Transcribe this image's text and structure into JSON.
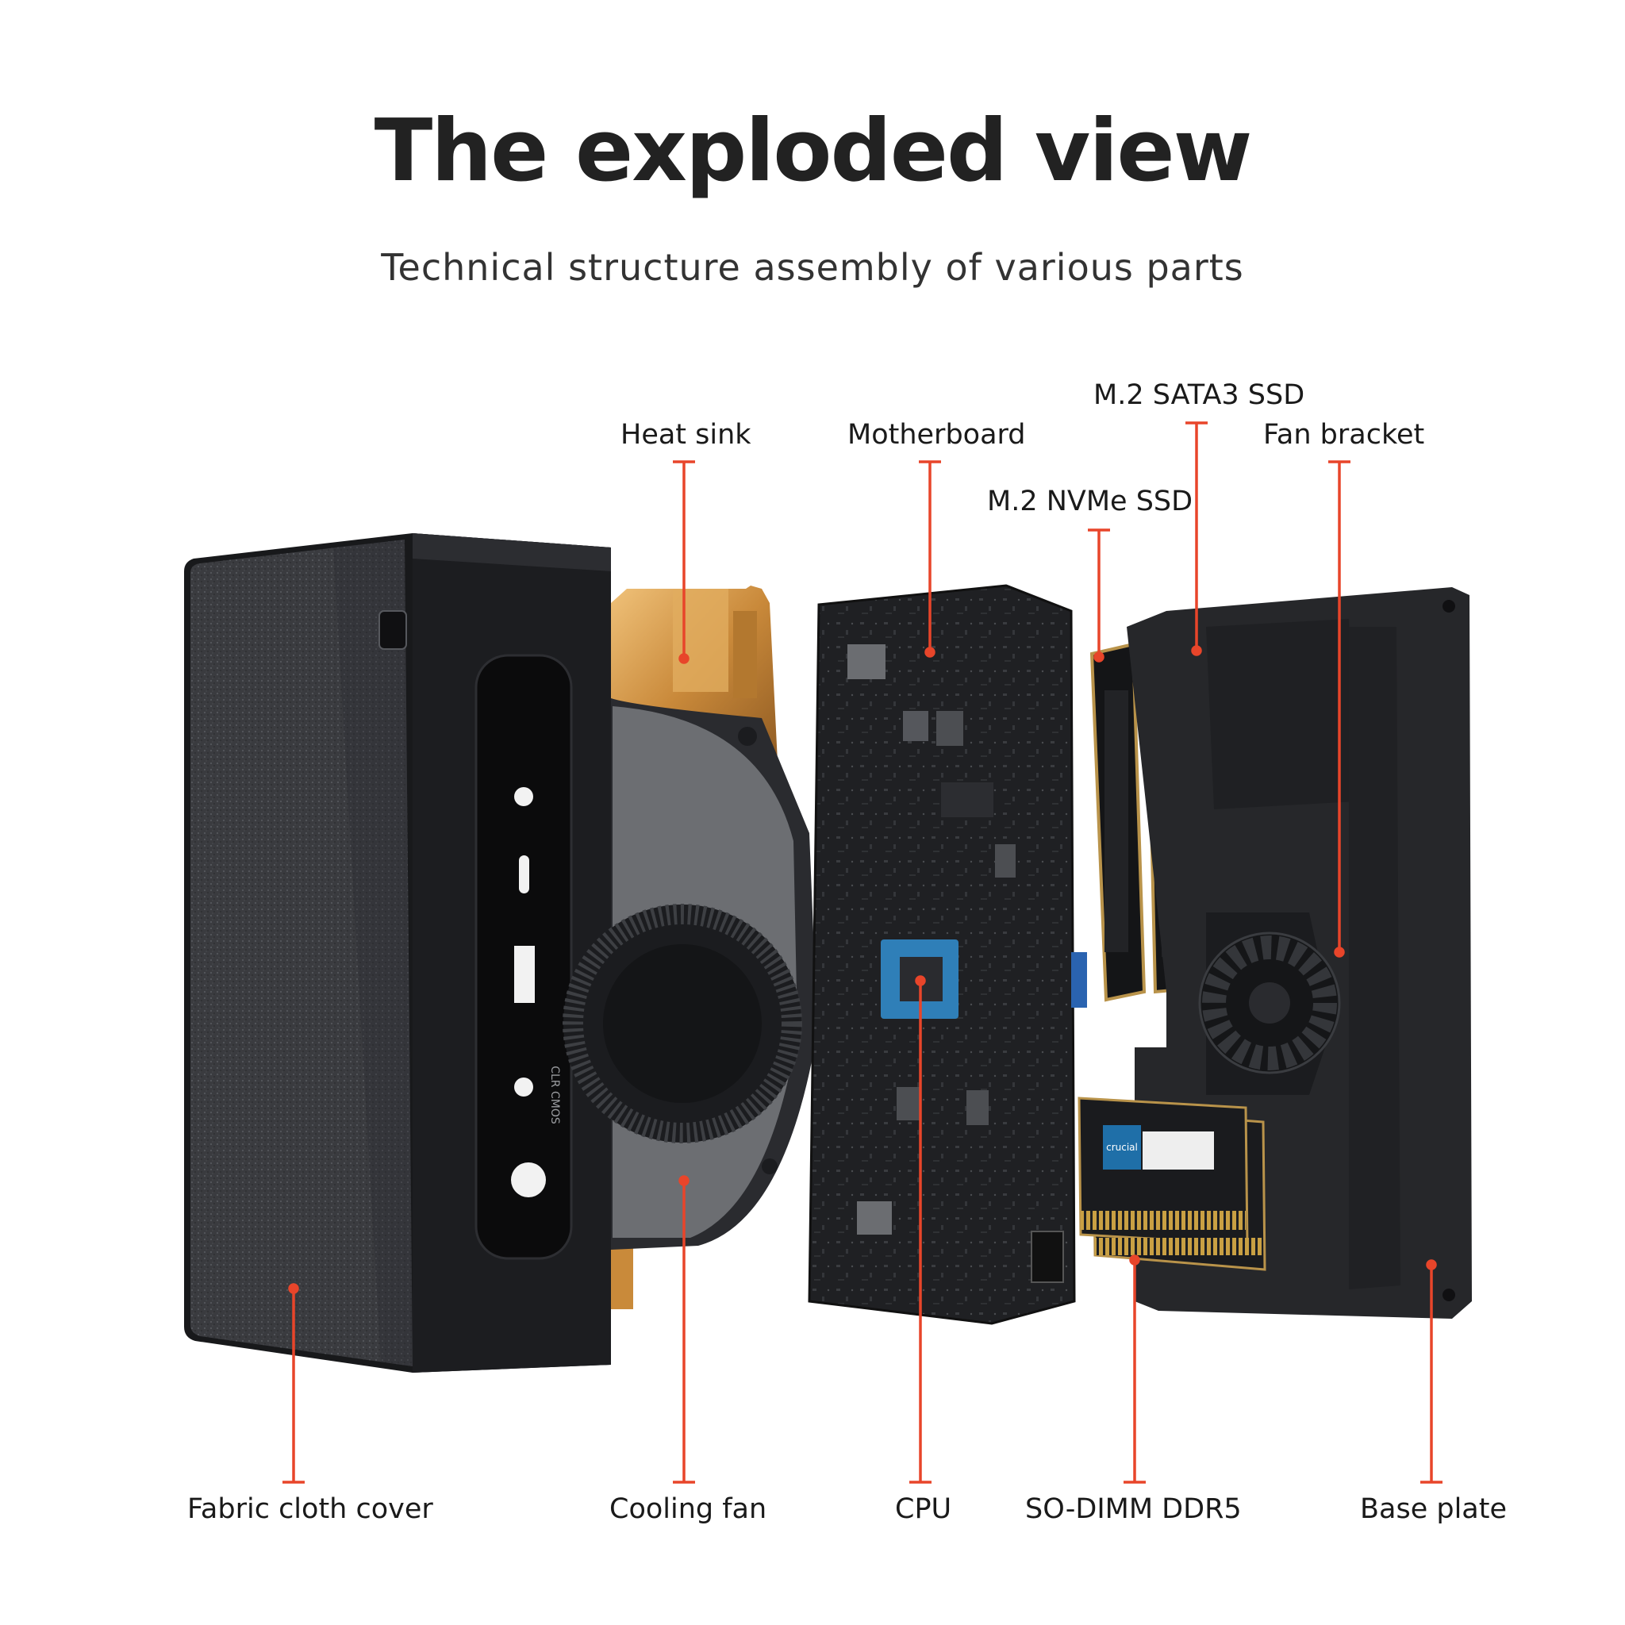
{
  "title": "The exploded view",
  "subtitle": "Technical structure assembly of various parts",
  "labels": {
    "heat_sink": "Heat sink",
    "motherboard": "Motherboard",
    "m2_sata3_ssd": "M.2 SATA3 SSD",
    "m2_nvme_ssd": "M.2 NVMe SSD",
    "fan_bracket": "Fan bracket",
    "fabric_cloth_cover": "Fabric cloth cover",
    "cooling_fan": "Cooling fan",
    "cpu": "CPU",
    "so_dimm_ddr5": "SO-DIMM DDR5",
    "base_plate": "Base plate"
  },
  "port_text": {
    "clr_cmos": "CLR CMOS"
  },
  "ram_brand": "crucial",
  "colors": {
    "leader": "#e8452a",
    "title": "#222222",
    "device": "#1c1d20",
    "copper": "#c98a3a",
    "cpu_frame": "#2f7fb8"
  }
}
